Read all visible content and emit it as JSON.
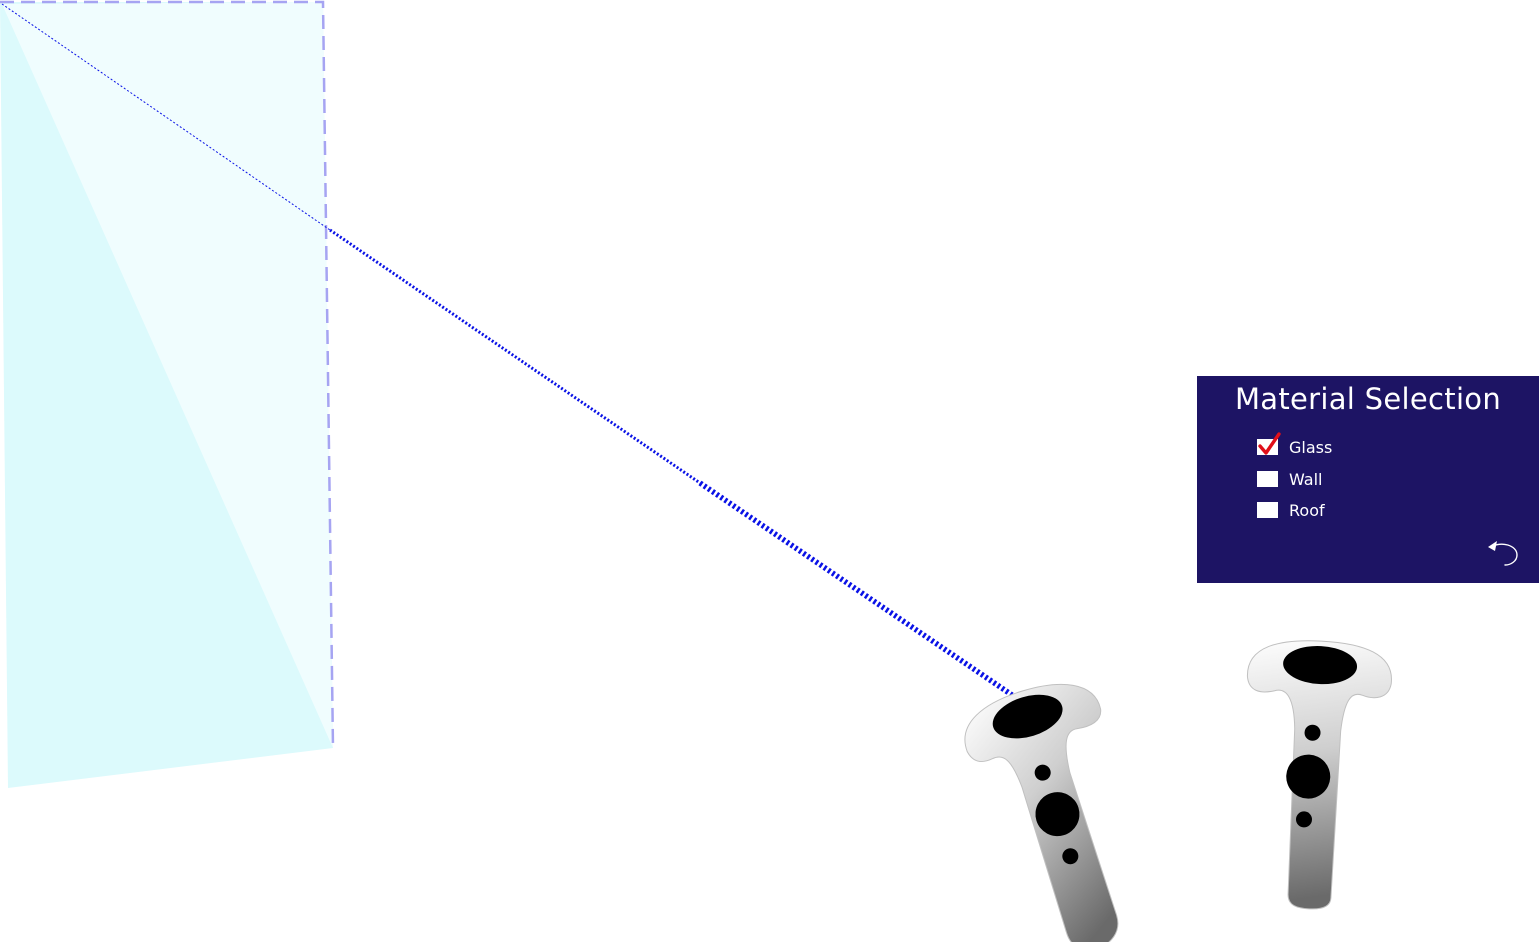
{
  "menu": {
    "title": "Material Selection",
    "options": [
      {
        "label": "Glass",
        "checked": true
      },
      {
        "label": "Wall",
        "checked": false
      },
      {
        "label": "Roof",
        "checked": false
      }
    ],
    "back_icon": "undo-arrow-icon"
  },
  "colors": {
    "panel_bg": "#1d1464",
    "panel_text": "#ffffff",
    "check_mark": "#e0101a",
    "pointer_ray": "#0a12e6",
    "selected_surface_fill": "#dcfafc",
    "selection_outline": "#a6a4f2",
    "controller_body": "#d4d4d4"
  },
  "icons": {
    "controller_left": "vr-controller-icon",
    "controller_right": "vr-controller-icon",
    "back": "undo-arrow-icon"
  }
}
